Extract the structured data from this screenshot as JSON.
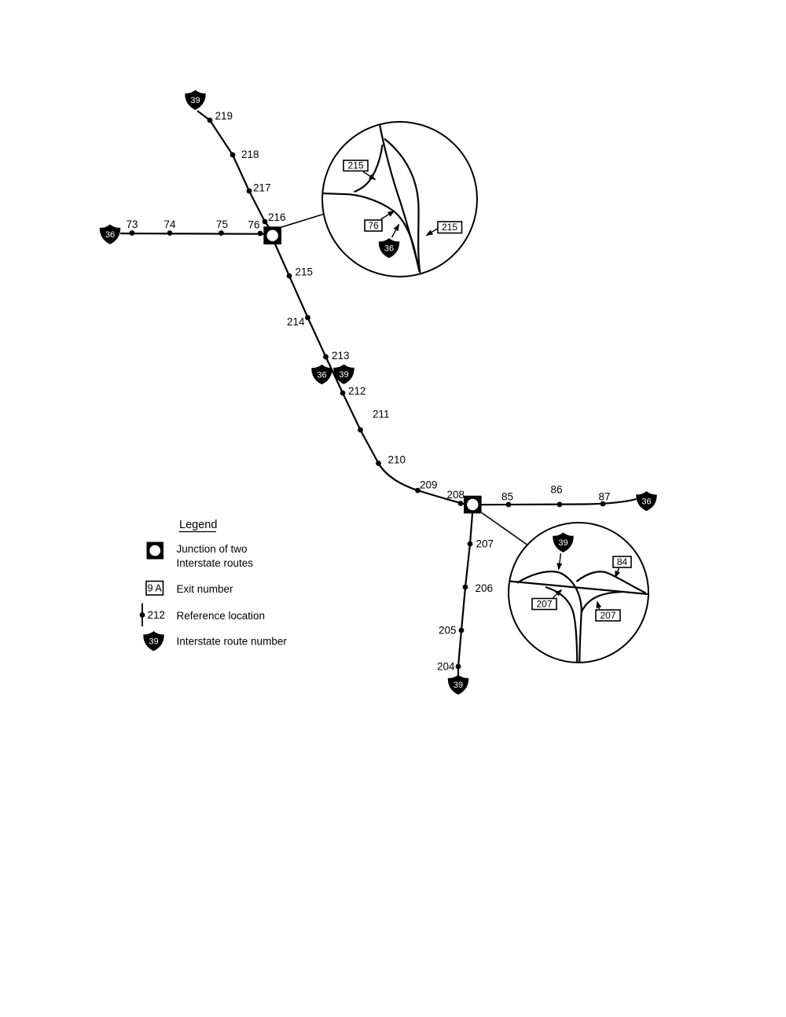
{
  "colors": {
    "ink": "#000000",
    "background": "#ffffff"
  },
  "legend": {
    "title": "Legend",
    "junction": {
      "line1": "Junction of two",
      "line2": "Interstate routes"
    },
    "exit_number": {
      "symbol": "9 A",
      "label": "Exit number"
    },
    "reference_location": {
      "symbol": "212",
      "label": "Reference location"
    },
    "route_number": {
      "symbol": "39",
      "label": "Interstate route number"
    }
  },
  "routes": {
    "i39_north": {
      "shield": "39",
      "refs": [
        "219",
        "218",
        "217",
        "216"
      ]
    },
    "i36_west": {
      "shield": "36",
      "refs": [
        "73",
        "74",
        "75",
        "76"
      ]
    },
    "concurrent": {
      "shield_left": "36",
      "shield_right": "39",
      "refs": [
        "215",
        "214",
        "213",
        "212",
        "211",
        "210",
        "209",
        "208"
      ]
    },
    "i36_east": {
      "shield": "36",
      "refs": [
        "85",
        "86",
        "87"
      ]
    },
    "i39_south": {
      "shield": "39",
      "refs": [
        "207",
        "206",
        "205",
        "204"
      ]
    }
  },
  "inset_north_junction": {
    "exit_left": "215",
    "exit_center": "76",
    "exit_right": "215",
    "shield": "36"
  },
  "inset_south_junction": {
    "shield": "39",
    "exit_top": "84",
    "exit_left": "207",
    "exit_right": "207"
  }
}
